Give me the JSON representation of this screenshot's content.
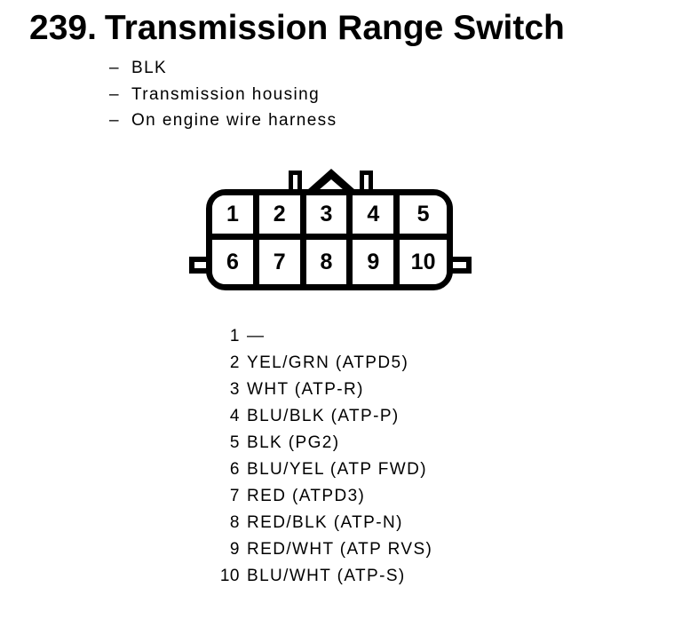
{
  "colors": {
    "ink": "#000000",
    "paper": "#ffffff"
  },
  "header": {
    "number": "239.",
    "title": "Transmission Range Switch"
  },
  "notes_prefix": "–",
  "notes": [
    "BLK",
    "Transmission housing",
    "On engine wire harness"
  ],
  "connector": {
    "rows": 2,
    "columns": 5,
    "pins": [
      "1",
      "2",
      "3",
      "4",
      "5",
      "6",
      "7",
      "8",
      "9",
      "10"
    ]
  },
  "pinout": [
    {
      "pin": "1",
      "wire": "—"
    },
    {
      "pin": "2",
      "wire": "YEL/GRN (ATPD5)"
    },
    {
      "pin": "3",
      "wire": "WHT (ATP-R)"
    },
    {
      "pin": "4",
      "wire": "BLU/BLK (ATP-P)"
    },
    {
      "pin": "5",
      "wire": "BLK (PG2)"
    },
    {
      "pin": "6",
      "wire": "BLU/YEL (ATP FWD)"
    },
    {
      "pin": "7",
      "wire": "RED (ATPD3)"
    },
    {
      "pin": "8",
      "wire": "RED/BLK (ATP-N)"
    },
    {
      "pin": "9",
      "wire": "RED/WHT (ATP RVS)"
    },
    {
      "pin": "10",
      "wire": "BLU/WHT (ATP-S)"
    }
  ]
}
